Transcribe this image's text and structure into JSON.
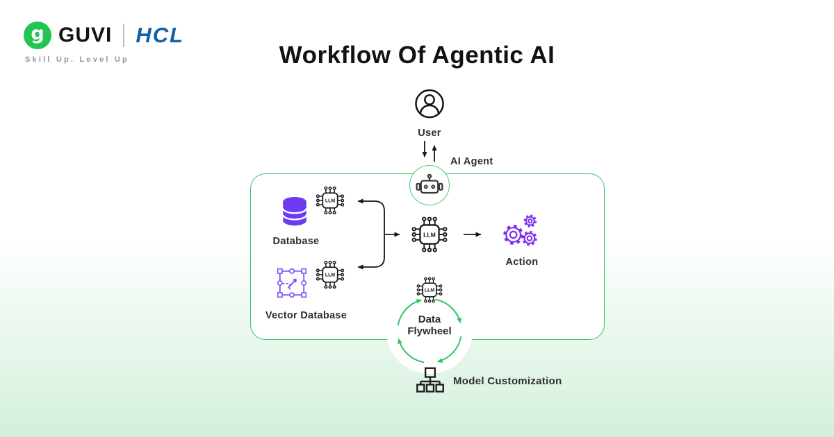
{
  "brand": {
    "guvi_glyph": "g",
    "guvi_word": "GUVI",
    "hcl_word": "HCL",
    "tagline": "Skill Up. Level Up",
    "guvi_green": "#23c552",
    "hcl_blue": "#1160aa"
  },
  "title": "Workflow Of Agentic AI",
  "diagram": {
    "nodes": {
      "user": {
        "label": "User",
        "icon": "user-icon"
      },
      "ai_agent": {
        "label": "AI Agent",
        "icon": "robot-icon"
      },
      "database": {
        "label": "Database",
        "icon": "database-cylinder-icon"
      },
      "vector_database": {
        "label": "Vector Database",
        "icon": "vector-database-icon"
      },
      "llm": {
        "chip_label": "LLM",
        "icon": "llm-chip-icon"
      },
      "action": {
        "label": "Action",
        "icon": "gears-icon"
      },
      "data_flywheel": {
        "label_line1": "Data",
        "label_line2": "Flywheel",
        "icon": "circular-arrows-icon"
      },
      "model_customization": {
        "label": "Model Customization",
        "icon": "hierarchy-icon"
      }
    },
    "colors": {
      "accent_green": "#2fc765",
      "arrow_green": "#2ec564",
      "database_purple": "#6b3af2",
      "vector_purple": "#7a4bf0",
      "gear_purple": "#7c2ff2",
      "connector_black": "#161616",
      "ink": "#2e2e2e"
    }
  }
}
